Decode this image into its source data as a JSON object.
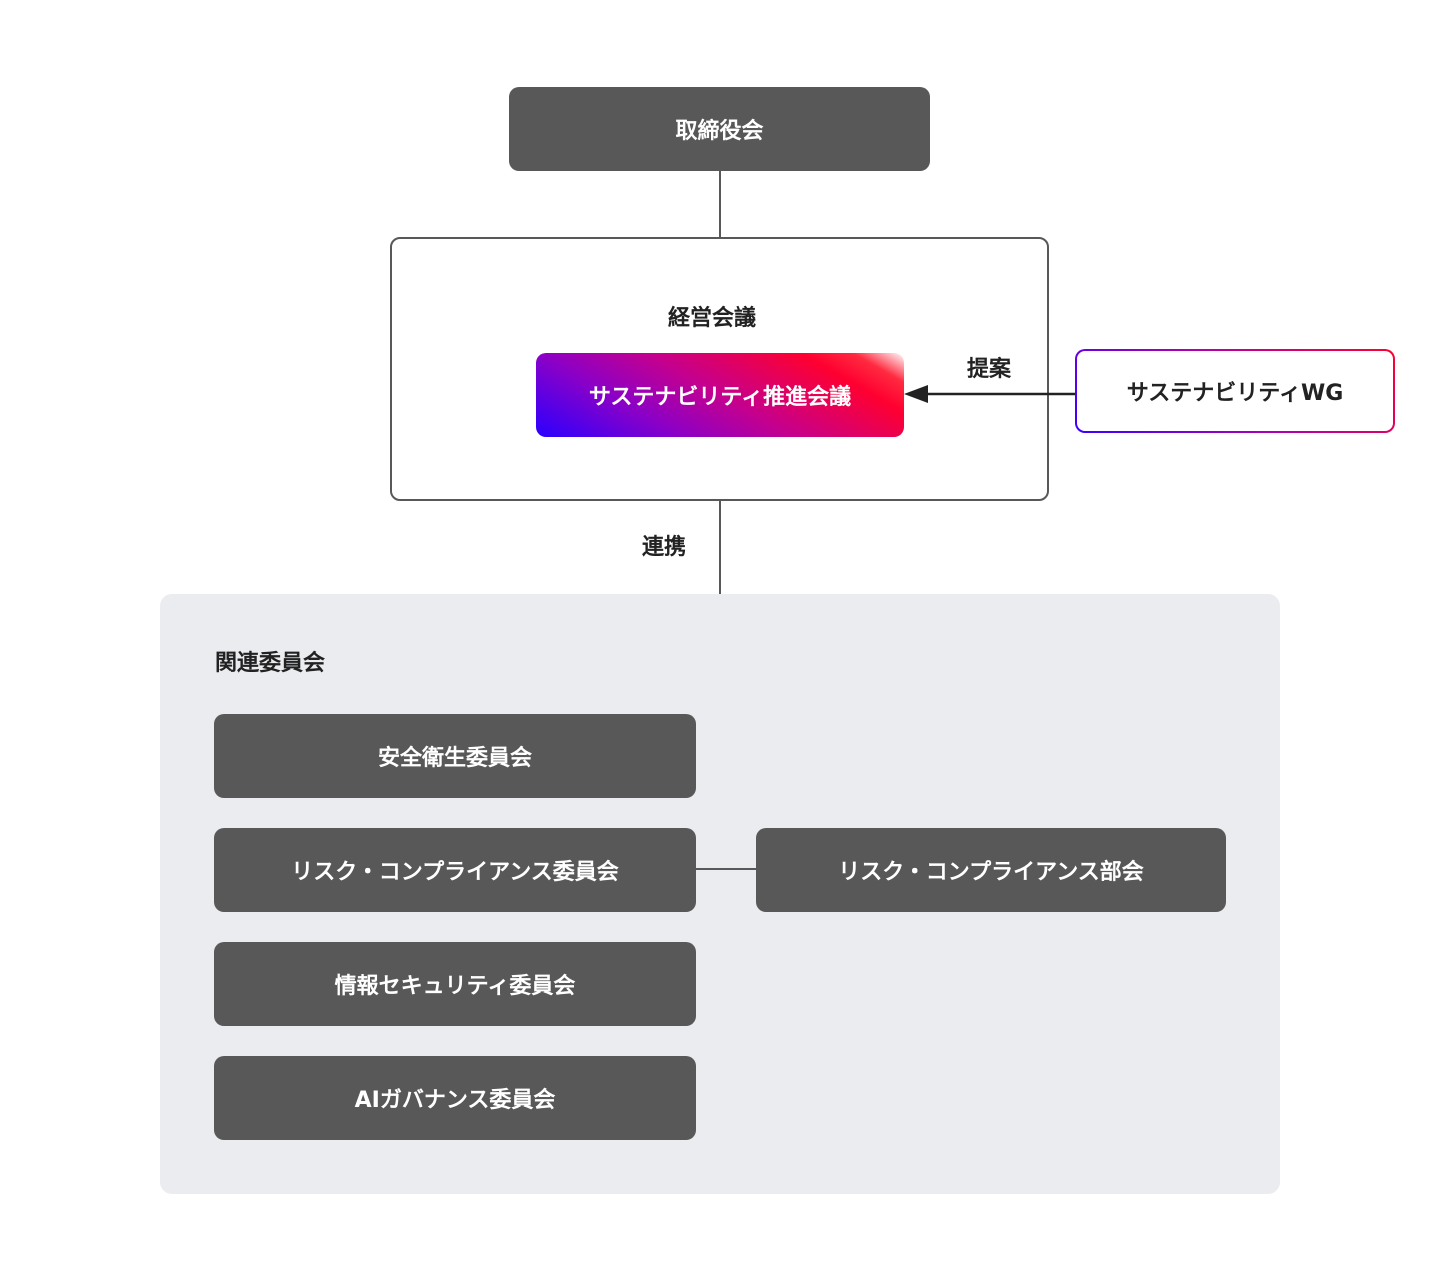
{
  "board": {
    "label": "取締役会"
  },
  "management_meeting": {
    "label": "経営会議",
    "promotion_council": {
      "label": "サステナビリティ推進会議",
      "gradient_colors": [
        "#2a00ff",
        "#b000b0",
        "#ff0030",
        "#ffffff"
      ]
    }
  },
  "proposal_label": "提案",
  "working_group": {
    "label": "サステナビリティWG"
  },
  "coordination_label": "連携",
  "related_committees": {
    "title": "関連委員会",
    "items": [
      {
        "label": "安全衛生委員会"
      },
      {
        "label": "リスク・コンプライアンス委員会"
      },
      {
        "label": "情報セキュリティ委員会"
      },
      {
        "label": "AIガバナンス委員会"
      }
    ],
    "subcommittee": {
      "label": "リスク・コンプライアンス部会"
    }
  },
  "colors": {
    "box_dark": "#585858",
    "panel_bg": "#ebecf0",
    "text": "#222222"
  }
}
